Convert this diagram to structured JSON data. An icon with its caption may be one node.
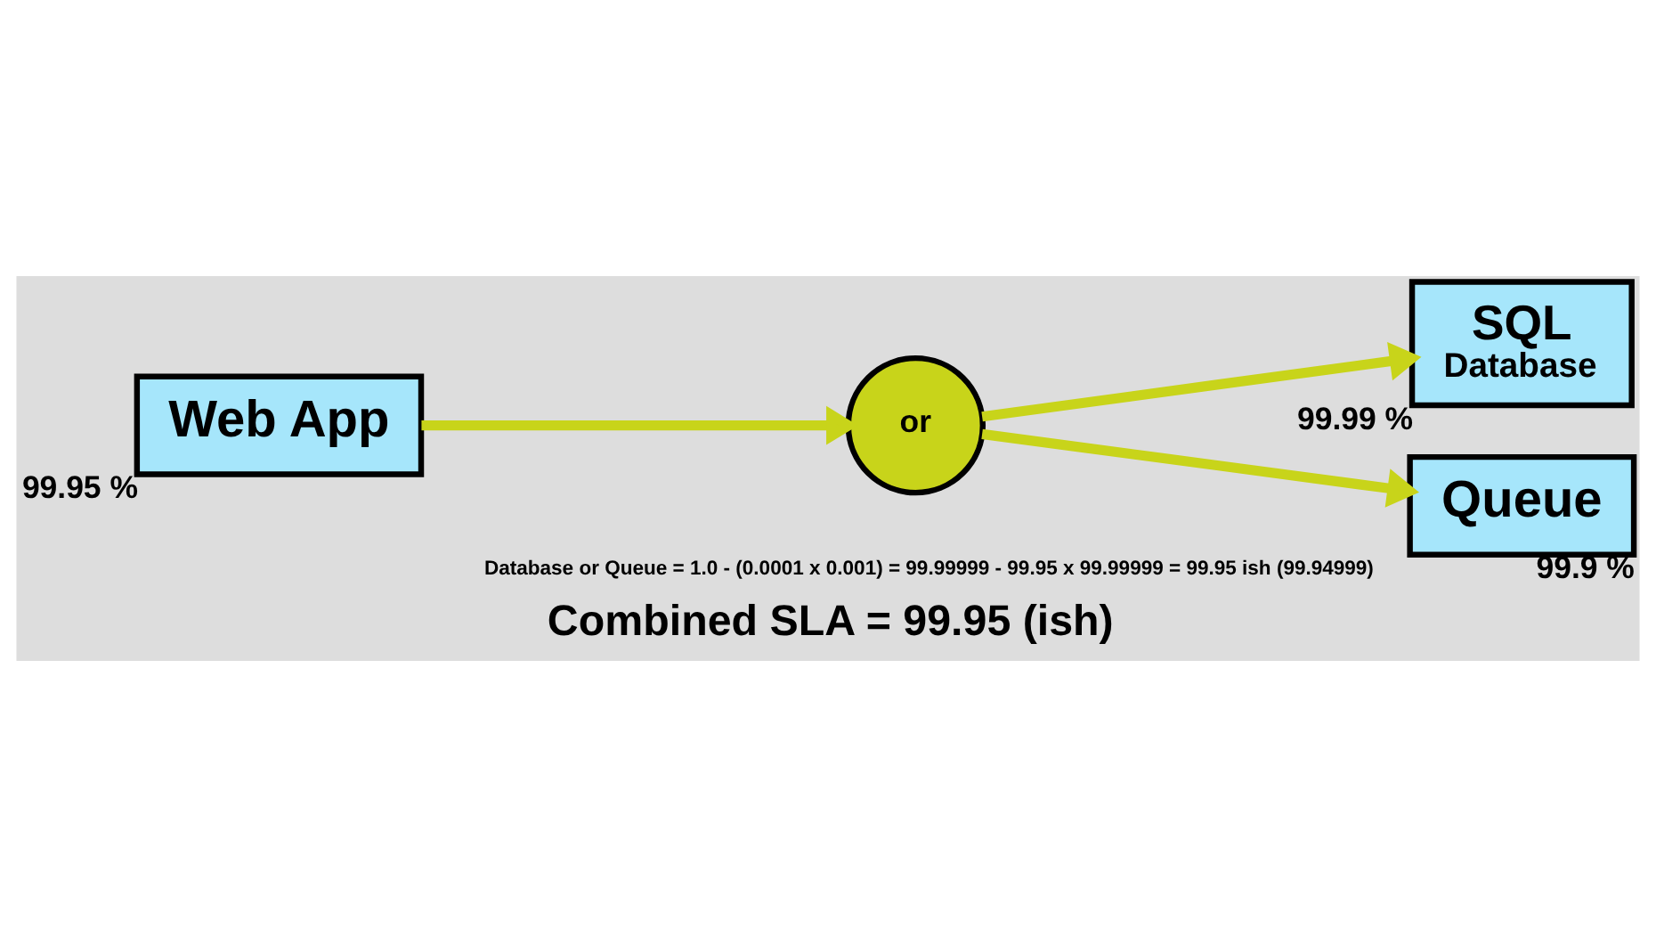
{
  "diagram": {
    "caption": "Combined SLA = 99.95 (ish)",
    "nodes": [
      {
        "text": [
          "Web App"
        ],
        "beside": [
          "99.95 %"
        ]
      },
      {
        "text": [
          "or"
        ]
      },
      {
        "text": [
          "SQL",
          "Database"
        ],
        "beside": [
          "99.99 %"
        ]
      },
      {
        "text": [
          "Queue"
        ],
        "beside": [
          "99.9 %"
        ]
      }
    ],
    "edges": [
      {
        "from": 0,
        "to": 1,
        "arrow": "to"
      },
      {
        "from": 1,
        "to": 2,
        "arrow": "to"
      },
      {
        "from": 1,
        "to": 3,
        "arrow": "to"
      }
    ],
    "labels": [
      "Database or Queue = 1.0 - (0.0001 x 0.001) = 99.99999 - 99.95 x 99.99999 = 99.95 ish (99.94999)"
    ]
  }
}
